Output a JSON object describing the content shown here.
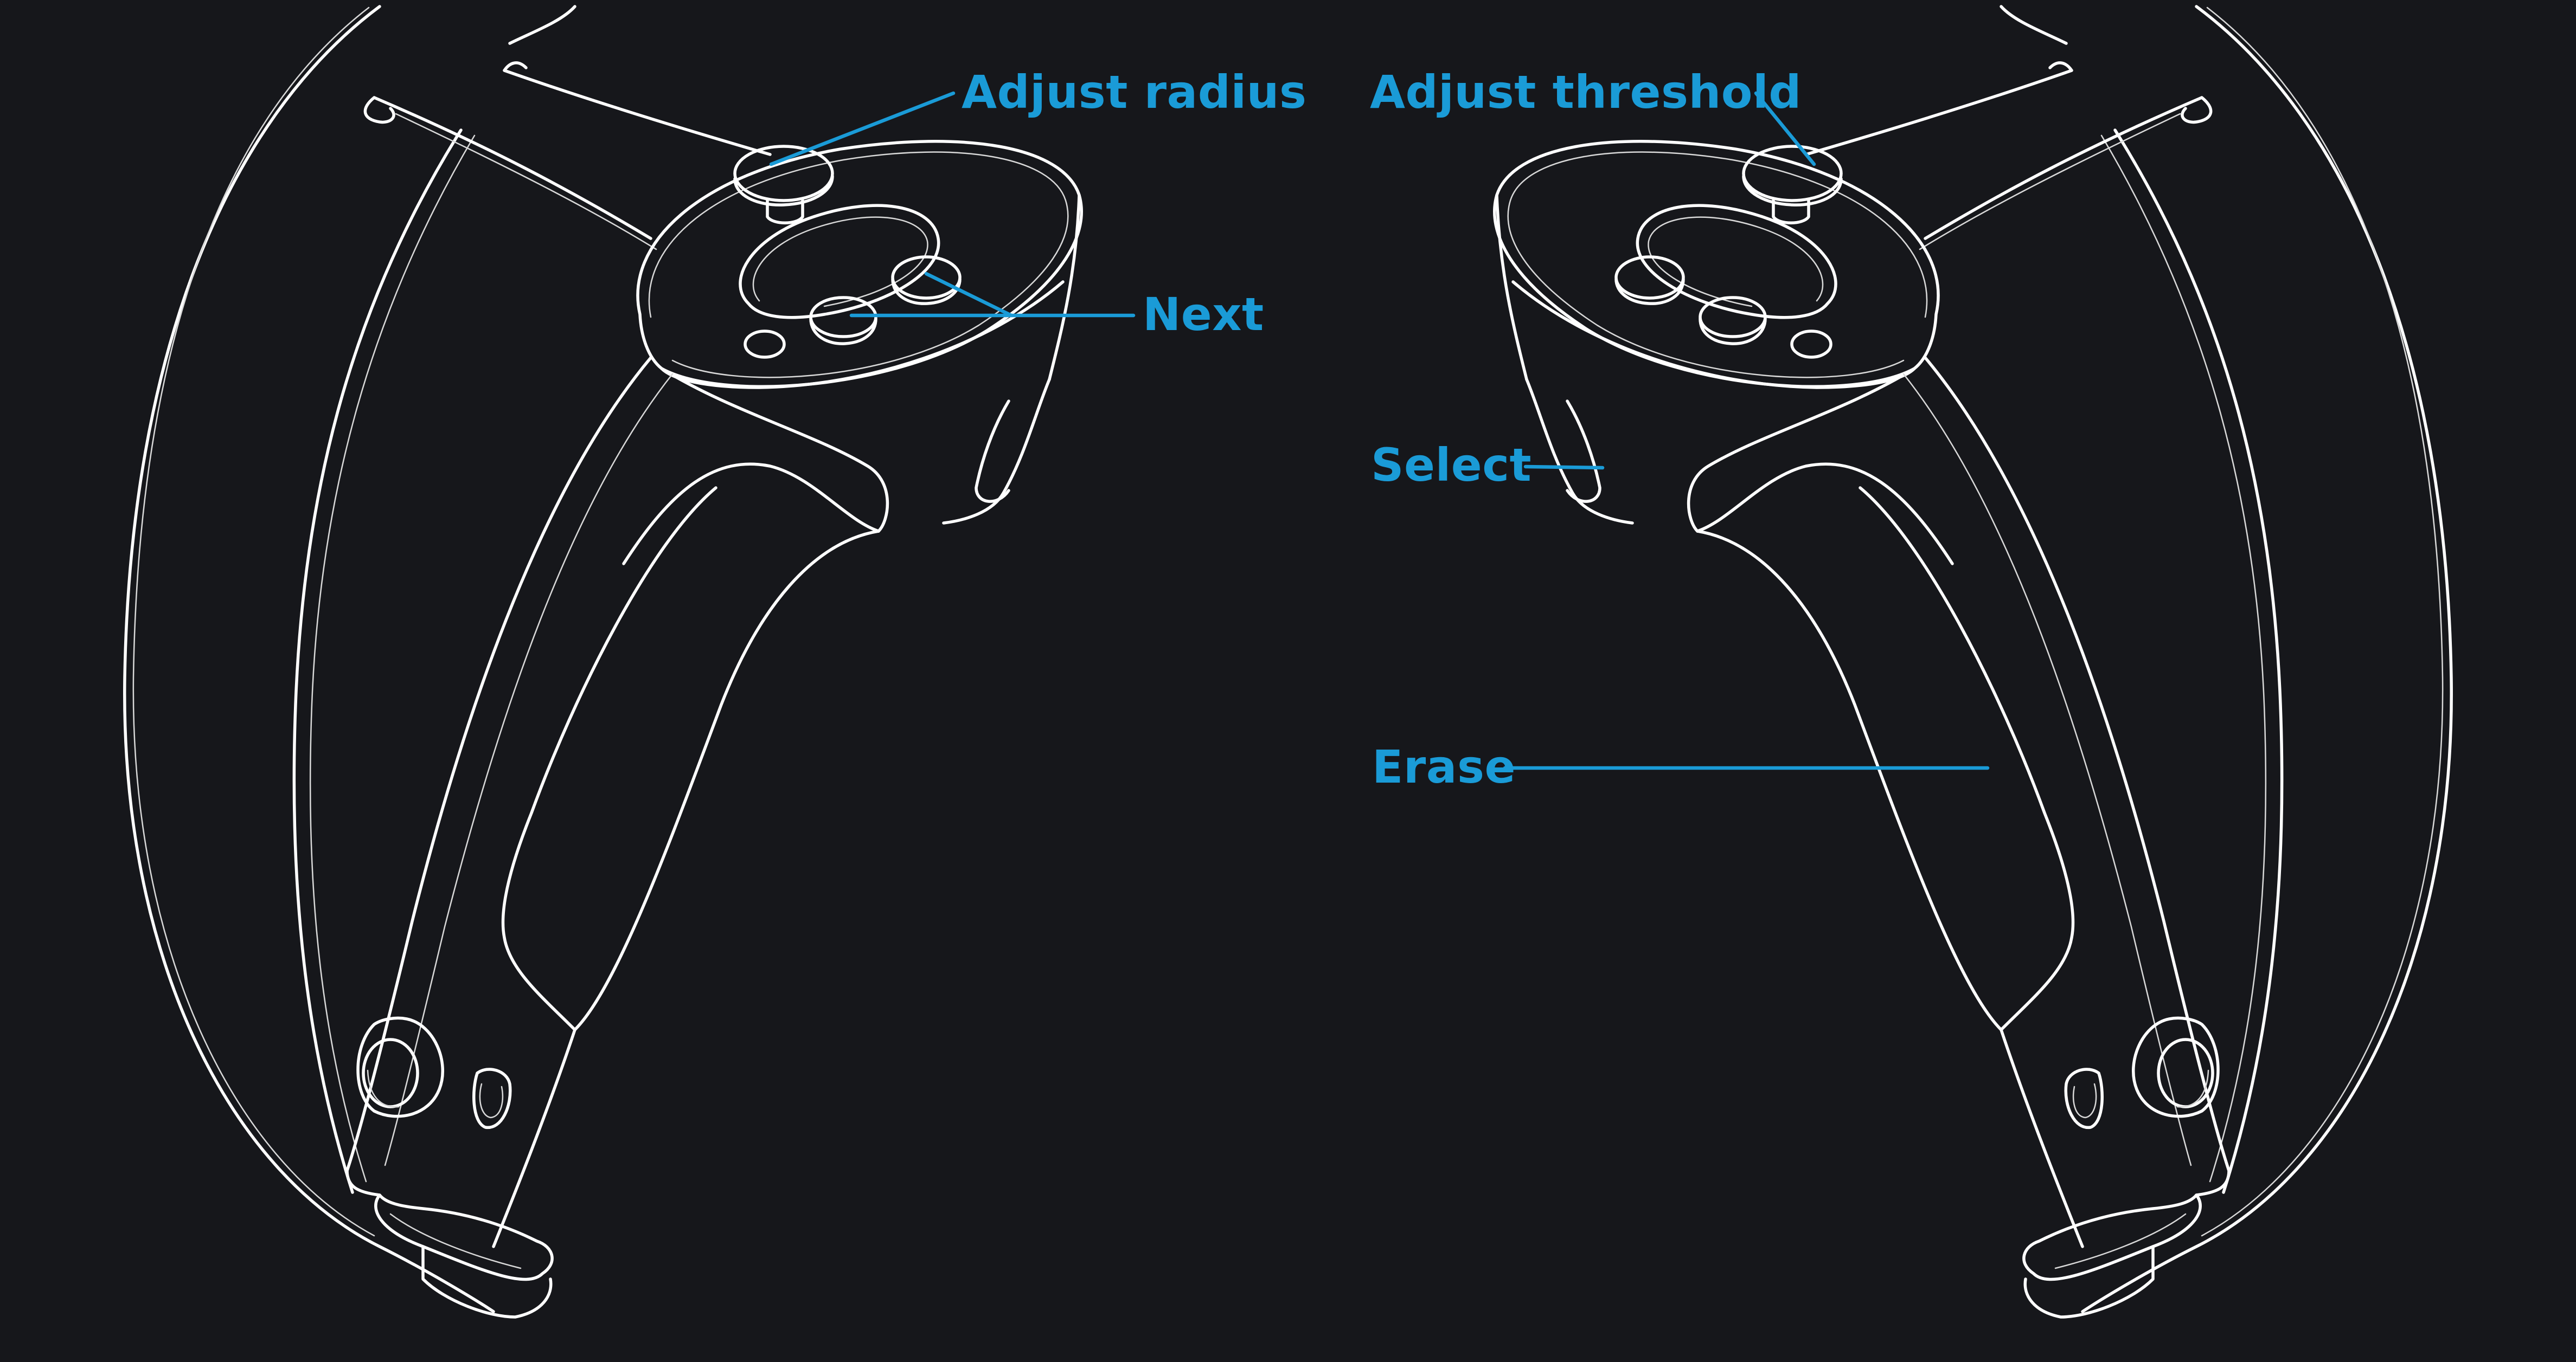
{
  "colors": {
    "background": "#16171b",
    "outline": "#ffffff",
    "accent": "#1a9bd7"
  },
  "labels": {
    "adjust_radius": "Adjust radius",
    "next": "Next",
    "adjust_threshold": "Adjust threshold",
    "select": "Select",
    "erase": "Erase"
  }
}
